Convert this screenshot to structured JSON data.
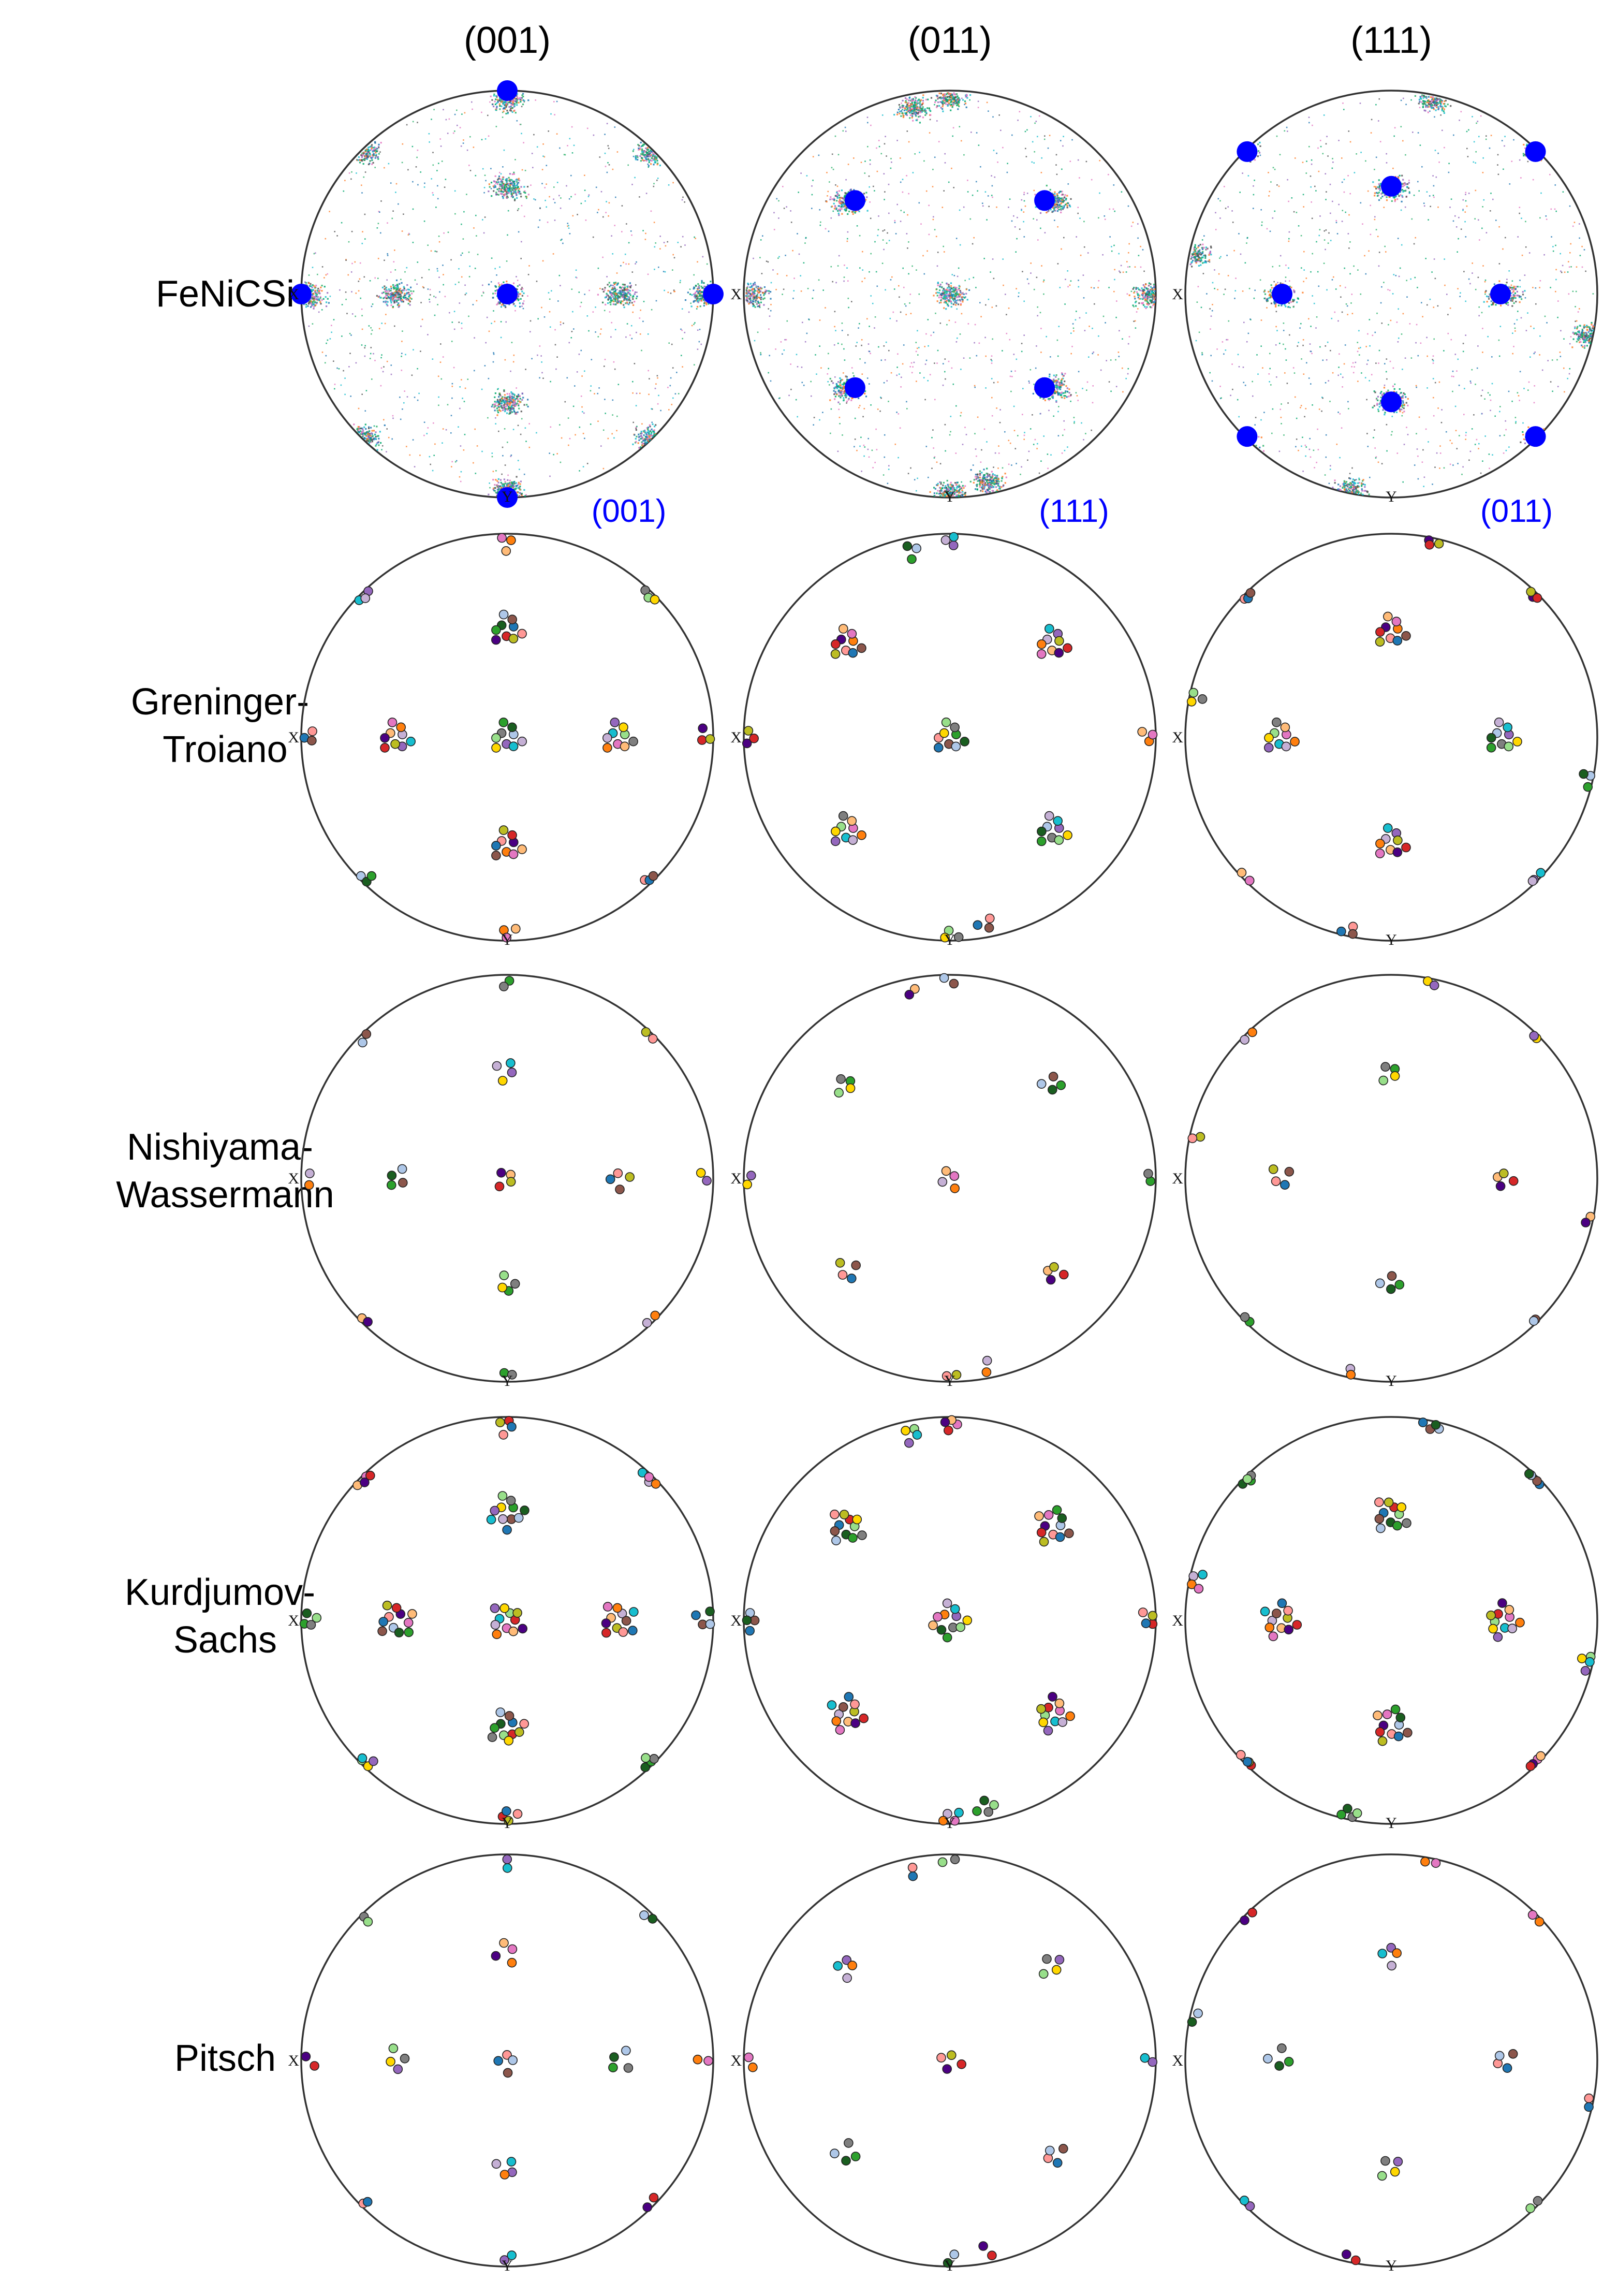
{
  "column_titles": [
    "(001)",
    "(011)",
    "(111)"
  ],
  "row_labels": [
    [
      "FeNiCSi"
    ],
    [
      "Greninger-",
      "Troiano"
    ],
    [
      "Nishiyama-",
      "Wassermann"
    ],
    [
      "Kurdjumov-",
      "Sachs"
    ],
    [
      "Pitsch"
    ]
  ],
  "reference_labels": [
    "(001)",
    "(111)",
    "(011)"
  ],
  "axis_letters": {
    "x": "X",
    "y": "Y"
  },
  "colors": {
    "reference_pole": "#0000ff",
    "measured_scatter": [
      "#2db36a",
      "#ff7f2a",
      "#1f77b4",
      "#9467bd",
      "#e377c2",
      "#17becf",
      "#555555",
      "#00a86b"
    ],
    "variant_palette": [
      "#1f77b4",
      "#ff7f0e",
      "#2ca02c",
      "#d62728",
      "#9467bd",
      "#8c564b",
      "#e377c2",
      "#7f7f7f",
      "#bcbd22",
      "#17becf",
      "#aec7e8",
      "#ffbb78",
      "#98df8a",
      "#ff9896",
      "#c5b0d5",
      "#1a5e20",
      "#4b0082",
      "#ffd700"
    ]
  },
  "chart_data": {
    "type": "scatter",
    "description_kind": "pole figures",
    "grid": false,
    "reference_poles": [
      [
        [
          0,
          1
        ],
        [
          -1,
          0
        ],
        [
          0,
          0
        ],
        [
          1,
          0
        ],
        [
          0,
          -1
        ]
      ],
      [
        [
          -0.46,
          0.46
        ],
        [
          0.46,
          0.46
        ],
        [
          -0.46,
          -0.46
        ],
        [
          0.46,
          -0.46
        ]
      ],
      [
        [
          -0.7,
          0.7
        ],
        [
          0.7,
          0.7
        ],
        [
          0,
          0.53
        ],
        [
          -0.53,
          0
        ],
        [
          0.53,
          0
        ],
        [
          0,
          -0.53
        ],
        [
          -0.7,
          -0.7
        ],
        [
          0.7,
          -0.7
        ]
      ]
    ]
  }
}
